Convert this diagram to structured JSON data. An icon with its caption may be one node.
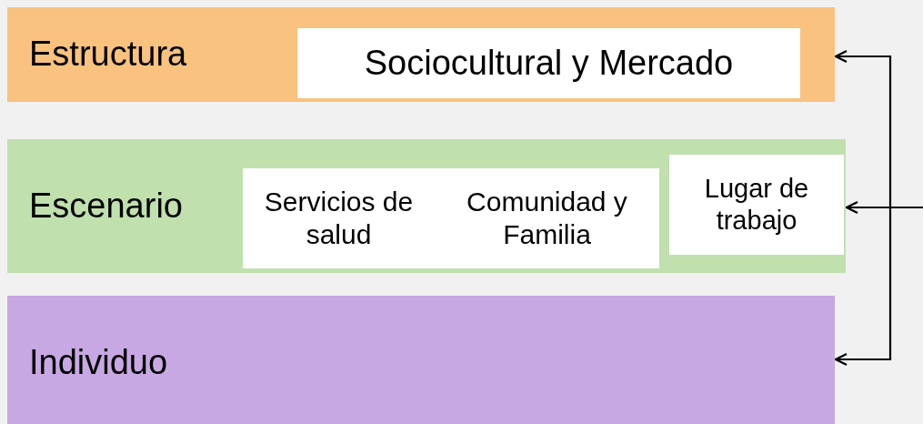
{
  "diagram": {
    "nodes": [
      {
        "text": [
          "Estructura"
        ]
      },
      {
        "text": [
          "Sociocultural y Mercado"
        ],
        "in": 0
      },
      {
        "text": [
          "Escenario"
        ]
      },
      {
        "text": [
          "Servicios de salud"
        ],
        "in": 2
      },
      {
        "text": [
          "Comunidad y Familia"
        ],
        "in": 2
      },
      {
        "text": [
          "Lugar de trabajo"
        ],
        "in": 2
      },
      {
        "text": [
          "Individuo"
        ]
      }
    ],
    "edges": [
      {
        "from": null,
        "to": 0,
        "arrow": "to"
      },
      {
        "from": null,
        "to": 2,
        "arrow": "to"
      },
      {
        "from": null,
        "to": 6,
        "arrow": "to"
      }
    ]
  }
}
